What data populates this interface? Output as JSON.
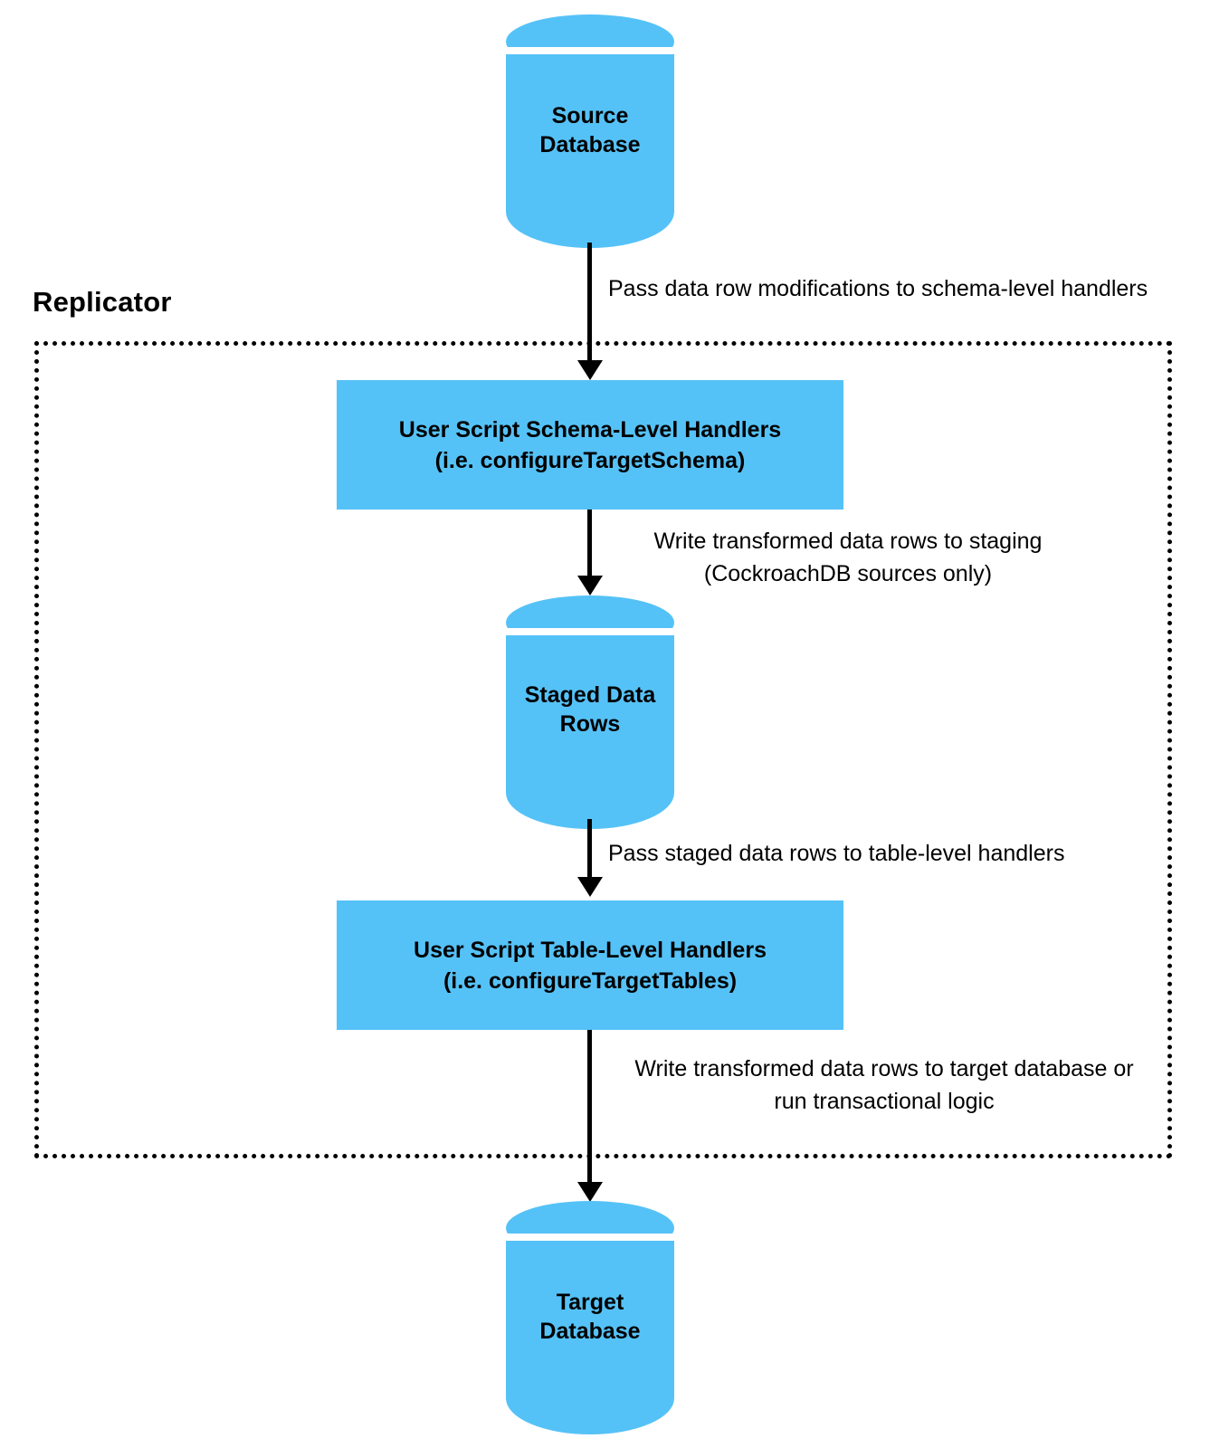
{
  "diagram": {
    "title_visible": false,
    "colors": {
      "node_fill": "#55c2f7",
      "text": "#000000",
      "arrow": "#000000",
      "boundary": "#000000",
      "background": "#ffffff"
    },
    "boundary": {
      "label": "Replicator",
      "style": "dotted"
    },
    "nodes": [
      {
        "id": "source-database",
        "type": "cylinder",
        "label": "Source\nDatabase"
      },
      {
        "id": "schema-level-handlers",
        "type": "box",
        "label": "User Script Schema-Level Handlers\n(i.e. configureTargetSchema)"
      },
      {
        "id": "staged-data-rows",
        "type": "cylinder",
        "label": "Staged Data\nRows"
      },
      {
        "id": "table-level-handlers",
        "type": "box",
        "label": "User Script Table-Level Handlers\n(i.e. configureTargetTables)"
      },
      {
        "id": "target-database",
        "type": "cylinder",
        "label": "Target\nDatabase"
      }
    ],
    "edges": [
      {
        "id": "edge-source-to-schema",
        "from": "source-database",
        "to": "schema-level-handlers",
        "label": "Pass data row modifications to schema-level handlers"
      },
      {
        "id": "edge-schema-to-staged",
        "from": "schema-level-handlers",
        "to": "staged-data-rows",
        "label": "Write transformed data rows to staging\n(CockroachDB sources only)"
      },
      {
        "id": "edge-staged-to-table",
        "from": "staged-data-rows",
        "to": "table-level-handlers",
        "label": "Pass staged data rows to table-level handlers"
      },
      {
        "id": "edge-table-to-target",
        "from": "table-level-handlers",
        "to": "target-database",
        "label": "Write transformed data rows to target database or\nrun transactional logic"
      }
    ]
  }
}
